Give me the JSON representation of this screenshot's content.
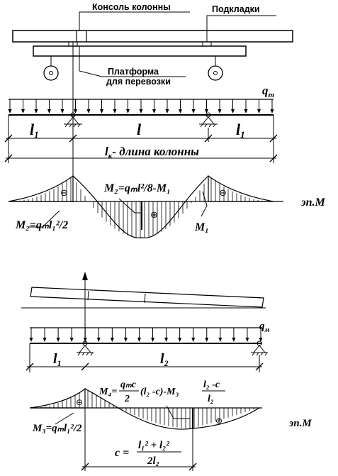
{
  "top": {
    "label_console": "Консоль колонны",
    "label_pads": "Подкладки",
    "label_platform_1": "Платформа",
    "label_platform_2": "для перевозки",
    "load": "q",
    "load_sub": "т",
    "span_l1_left": "l",
    "span_l1_left_sub": "1",
    "span_l": "l",
    "span_l1_right": "l",
    "span_l1_right_sub": "1",
    "length_symbol": "l",
    "length_sub": "к",
    "length_text": "- длина колонны",
    "ep_label": "эп.M",
    "m2_center_formula": "M₂=qₘl²/8-M₁",
    "m2_left_formula": "M₂=qₘl₁²/2",
    "m1_label": "M₁",
    "sign_minus": "⊖",
    "sign_plus": "⊕"
  },
  "bottom": {
    "load": "q",
    "load_sub": "м",
    "span_l1": "l",
    "span_l1_sub": "1",
    "span_l2": "l",
    "span_l2_sub": "2",
    "m4_formula_left": "M₄=",
    "m4_frac_num": "qₘc",
    "m4_frac_den": "2",
    "m4_mid": "(l₂ -c)-M₃",
    "m4_frac2_num": "l₂ -c",
    "m4_frac2_den": "l₂",
    "m3_formula": "M₃=qₘl₁²/2",
    "c_formula_left": "c =",
    "c_num": "l₁² + l₂²",
    "c_den": "2l₂",
    "ep_label": "эп.M",
    "sign_minus": "⊖",
    "sign_plus": "⊕"
  }
}
